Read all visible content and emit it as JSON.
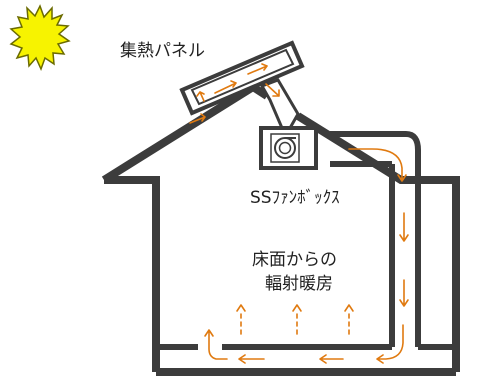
{
  "labels": {
    "solar_panel": "集熱パネル",
    "fan_box": "SSﾌｧﾝﾎﾞｯｸｽ",
    "floor_heating_line1": "床面からの",
    "floor_heating_line2": "輻射暖房"
  },
  "icons": {
    "sun": "sun-icon",
    "fan": "fan-icon"
  },
  "colors": {
    "sun_fill": "#f7f300",
    "sun_stroke": "#6b6b00",
    "structure": "#3c3c3c",
    "airflow": "#e07a10",
    "background": "#ffffff"
  }
}
